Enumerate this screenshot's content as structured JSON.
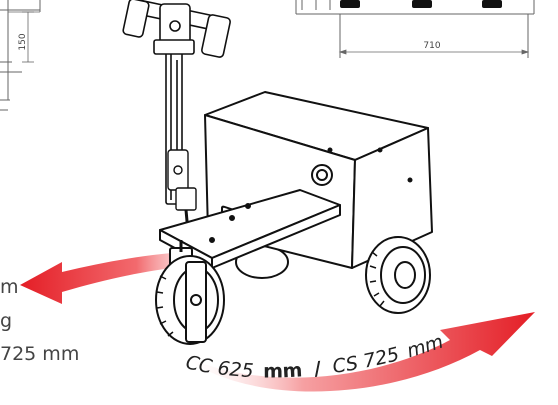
{
  "dimensions": {
    "height_label": "150",
    "width_label": "710"
  },
  "specs": {
    "line1": "m",
    "line2": "g",
    "line3": "725 mm"
  },
  "turning_label": {
    "cc_prefix": "CC",
    "cc_value": "625",
    "cc_unit": "mm",
    "separator": "/",
    "cs_prefix": "CS",
    "cs_value": "725",
    "cs_unit": "mm"
  }
}
